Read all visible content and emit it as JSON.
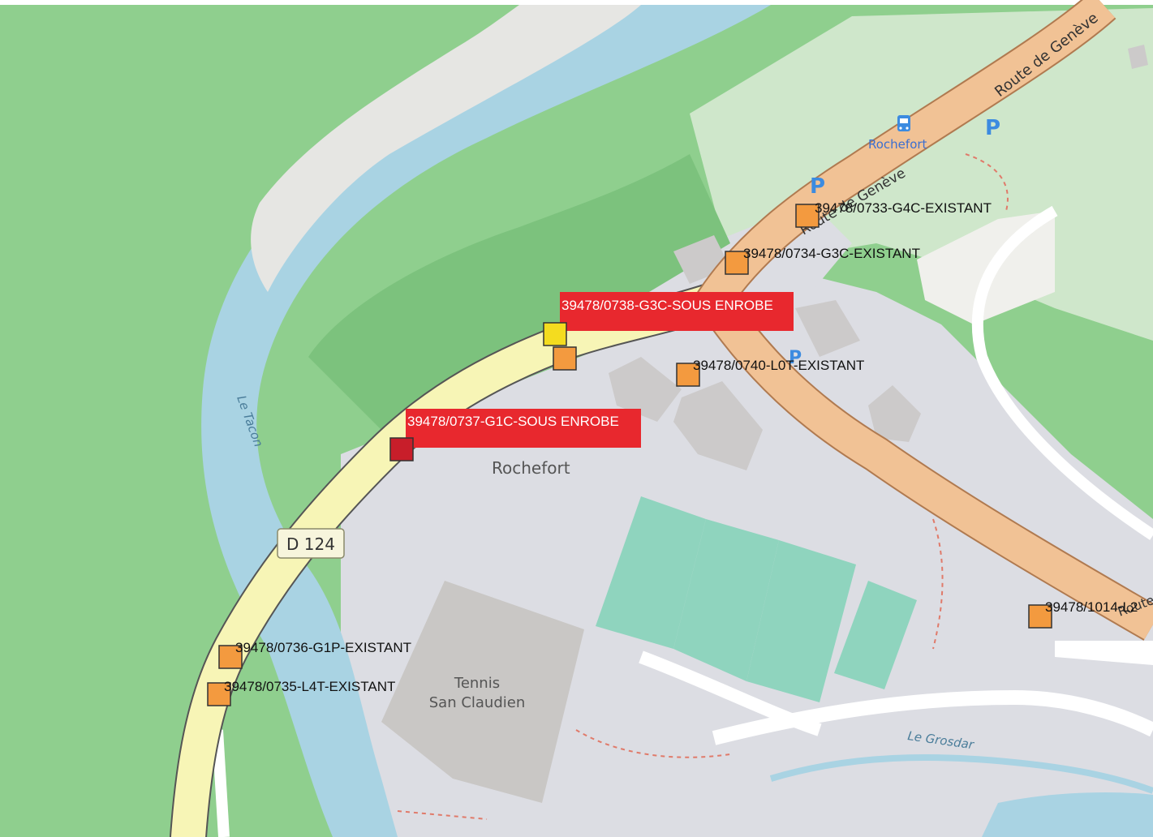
{
  "map": {
    "place_labels": {
      "rochefort_town": "Rochefort",
      "rochefort_stop": "Rochefort",
      "tennis_line1": "Tennis",
      "tennis_line2": "San Claudien"
    },
    "road_labels": {
      "road_badge": "D 124",
      "route_de_geneve_top": "Route de Genève",
      "route_de_geneve_mid": "Route de Genève",
      "route_right": "Route"
    },
    "water_labels": {
      "river": "Le Tacon",
      "stream": "Le Grosdar"
    },
    "poi": {
      "parking_symbol": "P",
      "bus_stop_icon": "bus-stop-icon"
    },
    "markers": [
      {
        "id": "0733",
        "label": "39478/0733-G4C-EXISTANT",
        "status": "existant"
      },
      {
        "id": "0734",
        "label": "39478/0734-G3C-EXISTANT",
        "status": "existant"
      },
      {
        "id": "0738",
        "label": "39478/0738-G3C-SOUS ENROBE",
        "status": "sous-enrobe"
      },
      {
        "id": "0740",
        "label": "39478/0740-L0T-EXISTANT",
        "status": "existant"
      },
      {
        "id": "0737",
        "label": "39478/0737-G1C-SOUS ENROBE",
        "status": "sous-enrobe"
      },
      {
        "id": "0736",
        "label": "39478/0736-G1P-EXISTANT",
        "status": "existant"
      },
      {
        "id": "0735",
        "label": "39478/0735-L4T-EXISTANT",
        "status": "existant"
      },
      {
        "id": "1014",
        "label": "39478/1014-L2",
        "status": "existant"
      }
    ],
    "colors": {
      "forest": "#8fcf8e",
      "forest_dark": "#77bb78",
      "water": "#a9d3e3",
      "sand": "#e6e6e3",
      "urban": "#dcdde3",
      "building": "#cccaca",
      "road_primary": "#f1c295",
      "road_secondary": "#f7f5b6",
      "pitch": "#8fd4be",
      "marker_existing": "#f39a3f",
      "marker_enrobe": "#e8282e",
      "marker_enrobe_dark": "#c81e2a",
      "marker_yellow": "#f4dc1f",
      "poi_blue": "#3c8be0"
    }
  }
}
